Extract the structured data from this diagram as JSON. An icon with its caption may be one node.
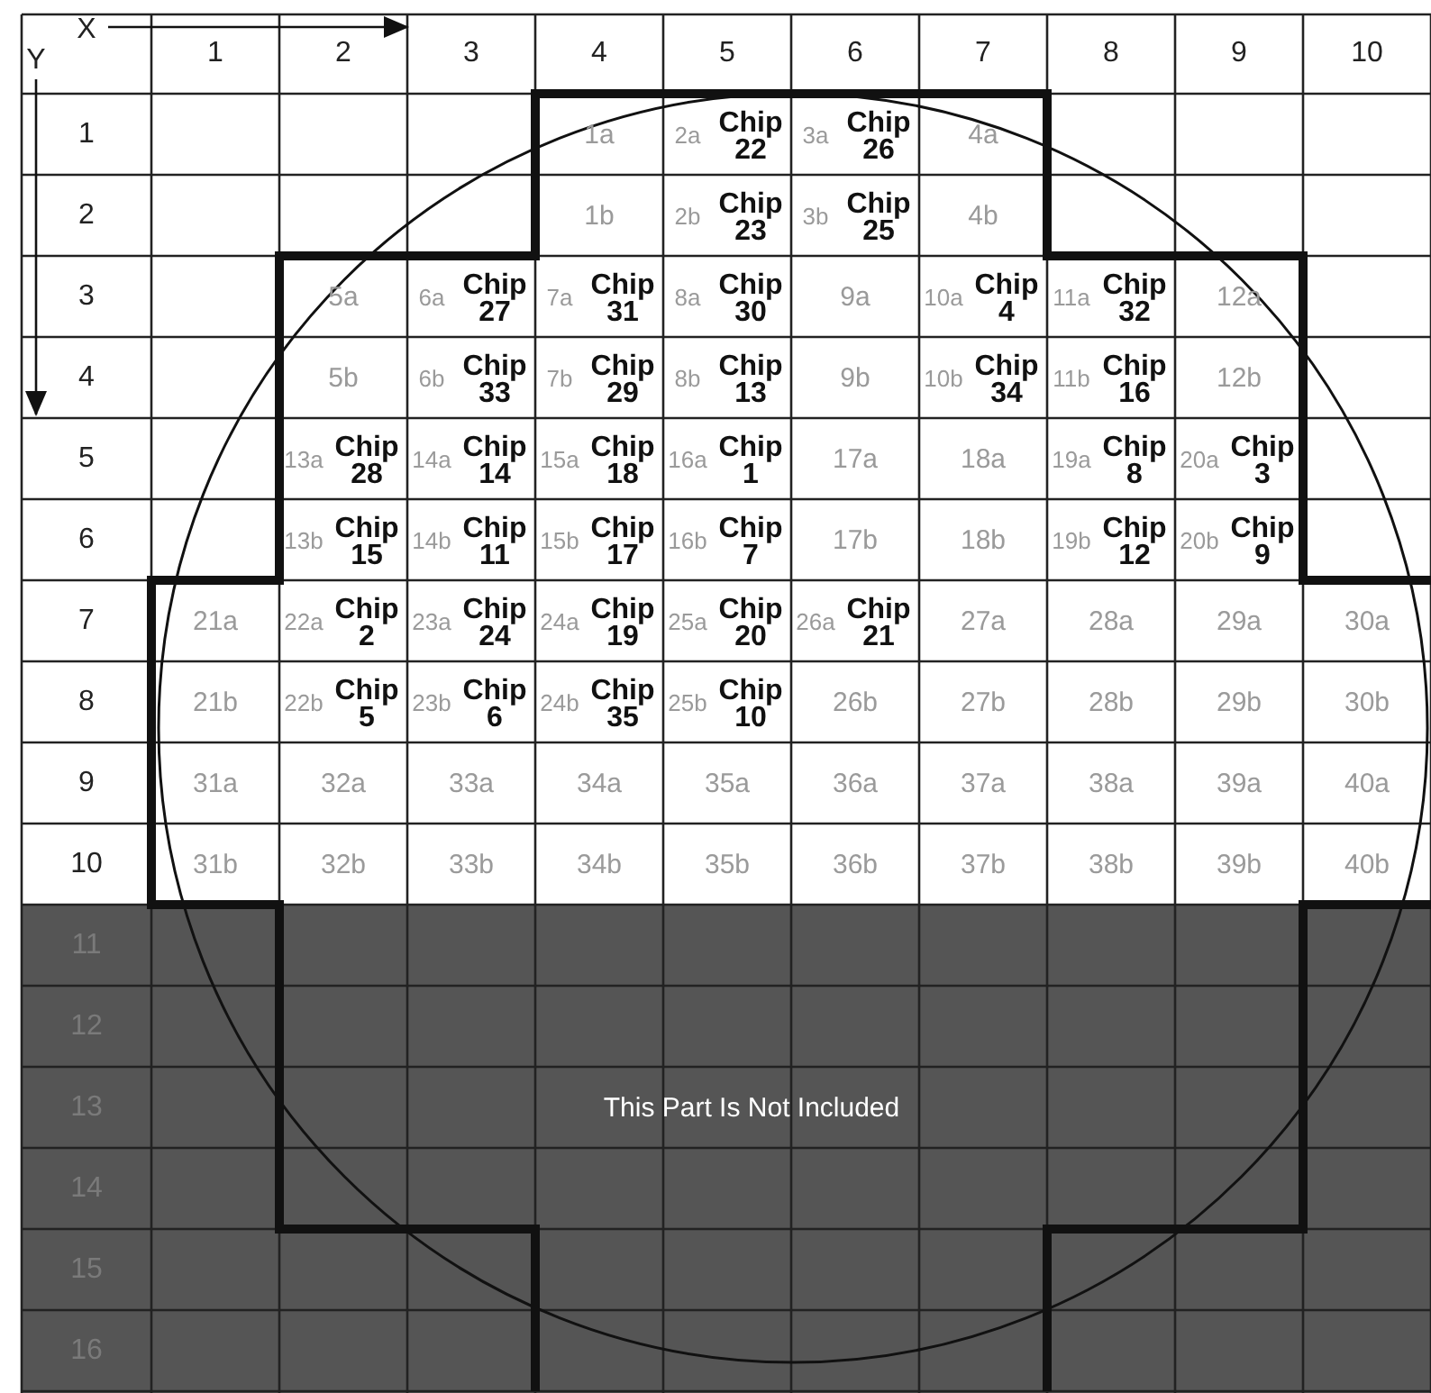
{
  "diagram": {
    "labels": [
      "X",
      "Y",
      "1",
      "2",
      "3",
      "4",
      "5",
      "6",
      "7",
      "8",
      "9",
      "10",
      "1",
      "1a",
      "2a",
      "Chip 22",
      "3a",
      "Chip 26",
      "4a",
      "2",
      "1b",
      "2b",
      "Chip 23",
      "3b",
      "Chip 25",
      "4b",
      "3",
      "5a",
      "6a",
      "Chip 27",
      "7a",
      "Chip 31",
      "8a",
      "Chip 30",
      "9a",
      "10a",
      "Chip 4",
      "11a",
      "Chip 32",
      "12a",
      "4",
      "5b",
      "6b",
      "Chip 33",
      "7b",
      "Chip 29",
      "8b",
      "Chip 13",
      "9b",
      "10b",
      "Chip 34",
      "11b",
      "Chip 16",
      "12b",
      "5",
      "13a",
      "Chip 28",
      "14a",
      "Chip 14",
      "15a",
      "Chip 18",
      "16a",
      "Chip 1",
      "17a",
      "18a",
      "19a",
      "Chip 8",
      "20a",
      "Chip 3",
      "6",
      "13b",
      "Chip 15",
      "14b",
      "Chip 11",
      "15b",
      "Chip 17",
      "16b",
      "Chip 7",
      "17b",
      "18b",
      "19b",
      "Chip 12",
      "20b",
      "Chip 9",
      "7",
      "21a",
      "22a",
      "Chip 2",
      "23a",
      "Chip 24",
      "24a",
      "Chip 19",
      "25a",
      "Chip 20",
      "26a",
      "Chip 21",
      "27a",
      "28a",
      "29a",
      "30a",
      "8",
      "21b",
      "22b",
      "Chip 5",
      "23b",
      "Chip 6",
      "24b",
      "Chip 35",
      "25b",
      "Chip 10",
      "26b",
      "27b",
      "28b",
      "29b",
      "30b",
      "9",
      "31a",
      "32a",
      "33a",
      "34a",
      "35a",
      "36a",
      "37a",
      "38a",
      "39a",
      "40a",
      "10",
      "31b",
      "32b",
      "33b",
      "34b",
      "35b",
      "36b",
      "37b",
      "38b",
      "39b",
      "40b",
      "11",
      "12",
      "13",
      "This Part Is Not Included",
      "14",
      "15",
      "16"
    ]
  }
}
